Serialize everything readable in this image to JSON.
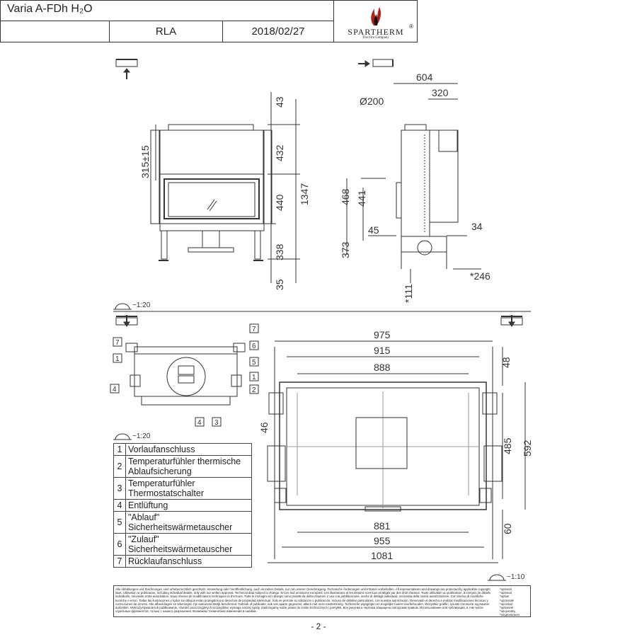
{
  "title_block": {
    "model": "Varia A-FDh H₂O",
    "code": "RLA",
    "date": "2018/02/27",
    "brand": "SPARTHERM",
    "registered": "®",
    "tagline": "The Fire Company"
  },
  "front_view": {
    "dims": {
      "top": "43",
      "upper": "432",
      "glass": "440",
      "base": "338",
      "overall": "1347",
      "feet": "35",
      "door_height": "315±15"
    }
  },
  "side_view": {
    "dims": {
      "depth": "604",
      "rear_offset": "320",
      "flue": "Ø200",
      "h1": "468",
      "h2": "441",
      "s1": "45",
      "s2": "34",
      "h3": "373",
      "v1": "*111",
      "v2": "*246"
    }
  },
  "scales": {
    "elevation": "~1:20",
    "detail": "~1:20",
    "plan": "~1:10"
  },
  "detail_view": {
    "callouts": [
      "7",
      "1",
      "4",
      "7",
      "6",
      "5",
      "1",
      "2",
      "4",
      "3"
    ]
  },
  "plan_view": {
    "dims": {
      "w975": "975",
      "w915": "915",
      "w888": "888",
      "w881": "881",
      "w955": "955",
      "w1081": "1081",
      "d48": "48",
      "d46": "46",
      "d485": "485",
      "d592": "592",
      "d60": "60"
    }
  },
  "legend": [
    {
      "n": "1",
      "text": "Vorlaufanschluss"
    },
    {
      "n": "2",
      "text": "Temperaturfühler thermische Ablaufsicherung"
    },
    {
      "n": "3",
      "text": "Temperaturfühler Thermostatschalter"
    },
    {
      "n": "4",
      "text": "Entlüftung"
    },
    {
      "n": "5",
      "text": "\"Ablauf\" Sicherheitswärmetauscher"
    },
    {
      "n": "6",
      "text": "\"Zulauf\" Sicherheitswärmetauscher"
    },
    {
      "n": "7",
      "text": "Rücklaufanschluss"
    }
  ],
  "footer": {
    "disclaimer": "Alle Abbildungen und Zeichnungen sind urheberrechtlich geschützt. Verwertung oder Veröffentlichung, auch einzelner Details, nur mit unserer Genehmigung. Technische Änderungen und Irrtümer vorbehalten. All representations and drawings are protected by applicable copyright laws. Utilisation or publication, including individual details, only with our written approval. Technical data subject to change. Errors and omissions excepted. Les illustrations et les dessins sont tous protégés par des droit d'auteur. Toute utilisation ou publication, à compris de détails individuels, nécessite notre autorisation. Sous réserve de modifications techniques et d'erreurs. Tutte le immagini ed i disegni sono protetti da diritto d'autore. L'uso o la pubblicazione, anche di dettagli individuali, necessita della nostra autorizzazione. Con riserva di modifiche tecniche e errori. Todas las ilustraciones y todos los dibujos están protegidos por derechos de propiedad intelectual. Solo se permite su utilización o publicación, incluso de detalles particulares, con nuestra autorización. Reservado el derecho a realizar modificaciones técnicas y correcciones de errores. Alle afbeeldingen en tekeningen zijn auteursrechtelijk beschermd. Gebruik of publicatie, ook van aparte gegevens, alleen met onze toestemming. Technische wijzigingen en mogelijke fouten voorbehouden. Wszystkie grafiki i rysunki chronione są prawem autorskim. Wykorzystywanie lub publikowanie, również poszczególnych szczegółów, wymaga naszej zgody. Zastrzegamy sobie prawo do zmian technicznych i pomyłek. Все рисунки и чертежи защищены авторским правом. Использование или публикация, в том числе отдельных фрагментов, только с нашего разрешения. Возможны технические изменения и ошибки.",
    "side_notes": [
      "*optional",
      "*optional",
      "*option",
      "*opzionale",
      "*opcional",
      "*optioneel",
      "*opcjonalny",
      "*опционально"
    ]
  },
  "page_number": "- 2 -"
}
